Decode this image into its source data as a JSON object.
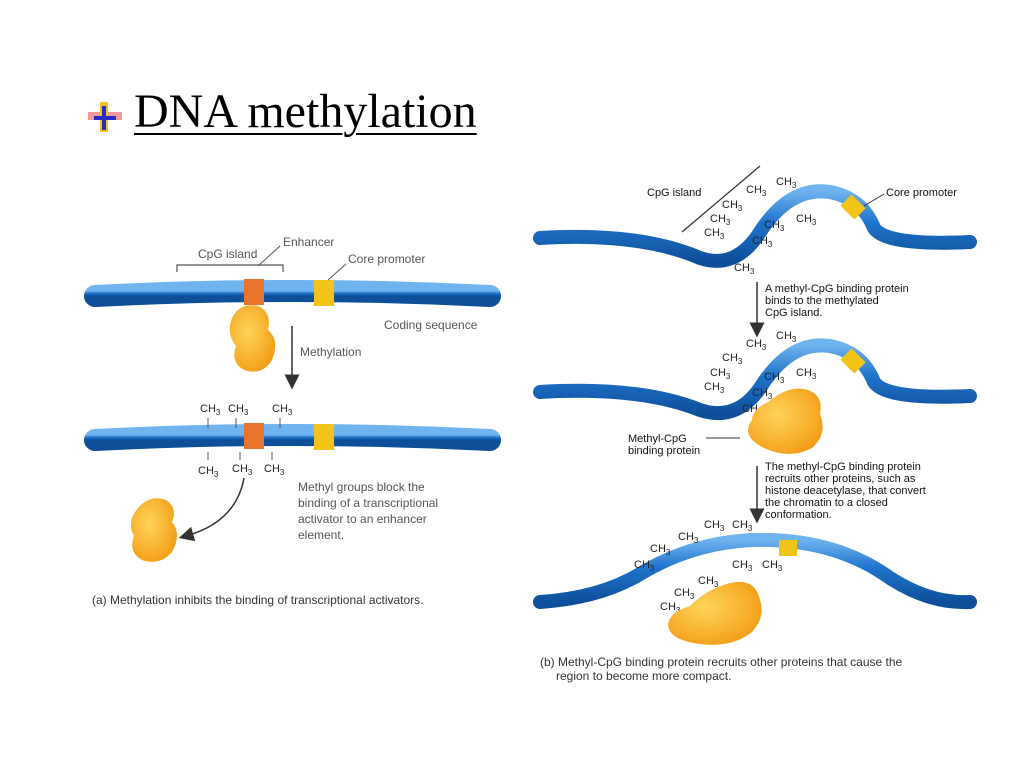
{
  "slide": {
    "title": "DNA methylation"
  },
  "panel_a": {
    "cpg_island": "CpG island",
    "enhancer": "Enhancer",
    "core_promoter": "Core promoter",
    "coding_sequence": "Coding sequence",
    "methylation": "Methylation",
    "note_line1": "Methyl groups block the",
    "note_line2": "binding of a transcriptional",
    "note_line3": "activator to an enhancer",
    "note_line4": "element.",
    "caption": "(a) Methylation inhibits the binding of transcriptional activators."
  },
  "panel_b": {
    "cpg_island": "CpG island",
    "core_promoter": "Core promoter",
    "step1_line1": "A methyl-CpG binding protein",
    "step1_line2": "binds to the methylated",
    "step1_line3": "CpG island.",
    "mbp_line1": "Methyl-CpG",
    "mbp_line2": "binding protein",
    "step2_line1": "The methyl-CpG binding protein",
    "step2_line2": "recruits other proteins, such as",
    "step2_line3": "histone deacetylase, that convert",
    "step2_line4": "the chromatin to a closed",
    "step2_line5": "conformation.",
    "caption_line1": "(b) Methyl-CpG binding protein recruits other proteins that cause the",
    "caption_line2": "region to become more compact."
  },
  "methyl_label": "CH",
  "methyl_sub": "3",
  "colors": {
    "dna": "#1e73c8",
    "enhancer": "#e8732a",
    "promoter": "#f3c418",
    "protein": "#f5a623"
  }
}
